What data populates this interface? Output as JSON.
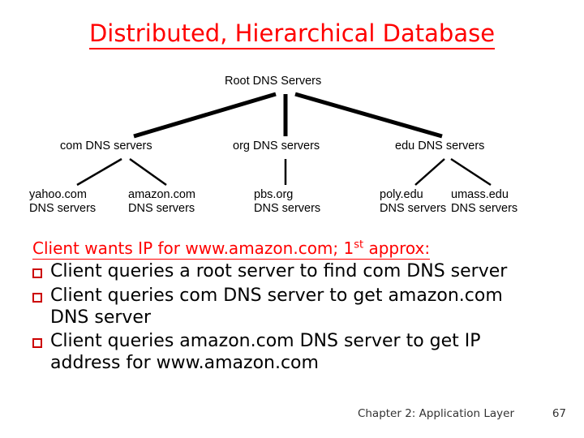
{
  "slide": {
    "title": "Distributed, Hierarchical Database",
    "diagram": {
      "root": "Root DNS Servers",
      "level2": {
        "com": "com DNS servers",
        "org": "org DNS servers",
        "edu": "edu DNS servers"
      },
      "level3": {
        "yahoo": "yahoo.com\nDNS servers",
        "amazon": "amazon.com\nDNS servers",
        "pbs": "pbs.org\nDNS servers",
        "poly": "poly.edu\nDNS servers",
        "umass": "umass.edu\nDNS servers"
      }
    },
    "lead": {
      "before": "Client wants IP for www.amazon.com; 1",
      "sup": "st",
      "after": " approx:"
    },
    "bullets": [
      "Client queries a root server to find com DNS server",
      "Client queries com DNS server to get amazon.com DNS server",
      "Client queries amazon.com DNS server to get  IP address for www.amazon.com"
    ],
    "footer": {
      "chapter": "Chapter 2: Application Layer",
      "page": "67"
    },
    "colors": {
      "title": "#ff0000",
      "lead": "#ff0000",
      "bullet_marker": "#cc0000",
      "line": "#000000"
    }
  }
}
